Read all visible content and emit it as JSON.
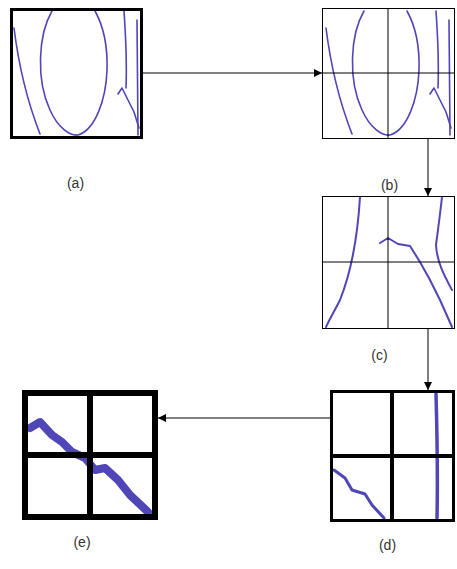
{
  "diagram": {
    "nodes": [
      {
        "text": [
          "(a)"
        ]
      },
      {
        "text": [
          "(b)"
        ]
      },
      {
        "text": [
          "(c)"
        ]
      },
      {
        "text": [
          "(d)"
        ]
      },
      {
        "text": [
          "(e)"
        ]
      }
    ],
    "edges": [
      {
        "from": 0,
        "to": 1,
        "arrow": "to"
      },
      {
        "from": 1,
        "to": 2,
        "arrow": "to"
      },
      {
        "from": 2,
        "to": 3,
        "arrow": "to"
      },
      {
        "from": 3,
        "to": 4,
        "arrow": "to"
      }
    ]
  }
}
